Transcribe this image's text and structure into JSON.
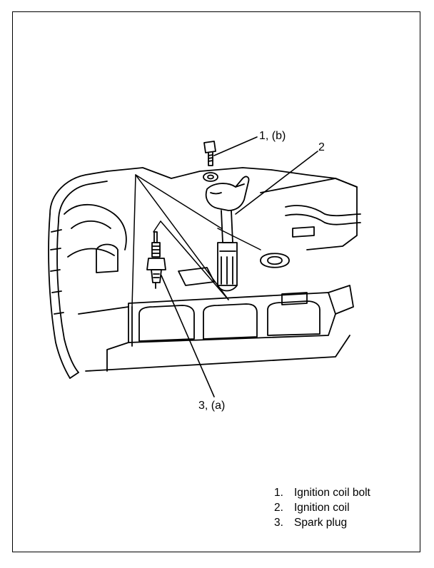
{
  "callouts": {
    "bolt": "1, (b)",
    "coil": "2",
    "plug": "3, (a)"
  },
  "legend": [
    {
      "num": "1.",
      "label": "Ignition coil bolt"
    },
    {
      "num": "2.",
      "label": "Ignition coil"
    },
    {
      "num": "3.",
      "label": "Spark plug"
    }
  ]
}
